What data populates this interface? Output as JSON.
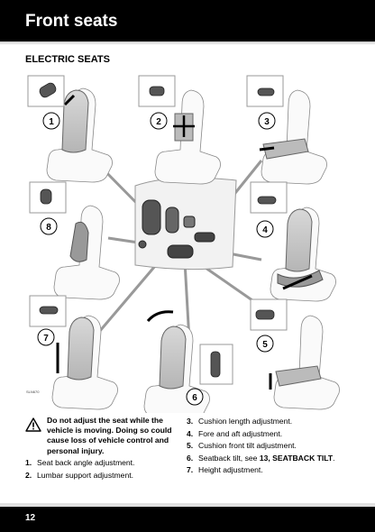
{
  "header": {
    "title": "Front seats"
  },
  "section": {
    "title": "ELECTRIC SEATS"
  },
  "figure": {
    "ref_code": "SLN670",
    "callouts": [
      "1",
      "2",
      "3",
      "4",
      "5",
      "6",
      "7",
      "8"
    ]
  },
  "warning": {
    "text": "Do not adjust the seat while the vehicle is moving. Doing so could cause loss of vehicle control and personal injury.",
    "icon": "warning-triangle-icon"
  },
  "list_left": [
    {
      "num": "1.",
      "text": "Seat back angle adjustment."
    },
    {
      "num": "2.",
      "text": "Lumbar support adjustment."
    }
  ],
  "list_right": [
    {
      "num": "3.",
      "text": "Cushion length adjustment."
    },
    {
      "num": "4.",
      "text": "Fore and aft adjustment."
    },
    {
      "num": "5.",
      "text": "Cushion front tilt adjustment."
    },
    {
      "num": "6.",
      "text_before": "Seatback tilt, see ",
      "text_bold": "13, SEATBACK TILT",
      "text_after": "."
    },
    {
      "num": "7.",
      "text": "Height adjustment."
    }
  ],
  "footer": {
    "page_number": "12"
  }
}
